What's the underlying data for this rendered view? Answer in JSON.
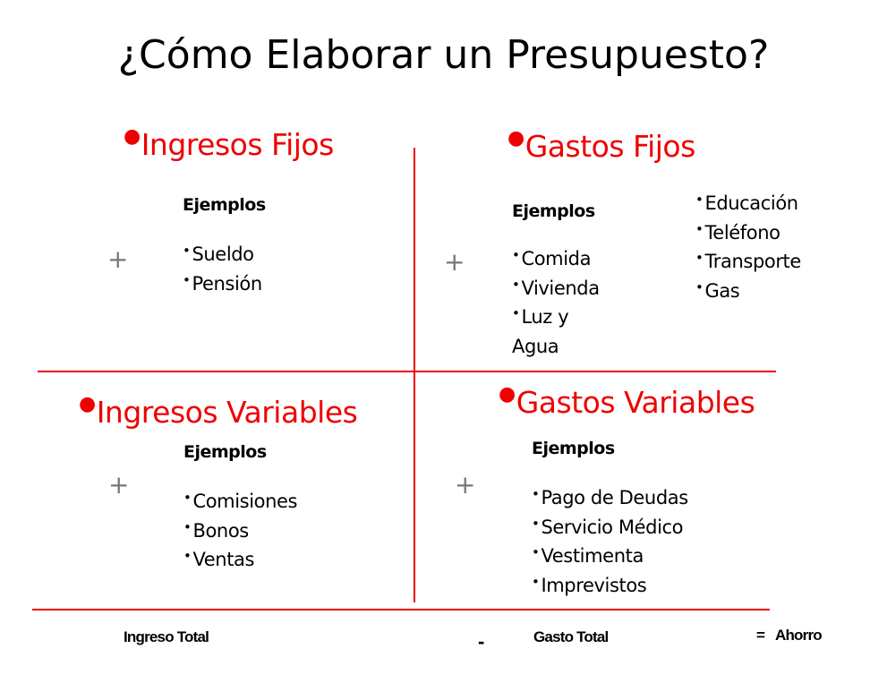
{
  "title": "¿Cómo Elaborar un Presupuesto?",
  "quadrants": [
    {
      "heading": "Ingresos Fijos",
      "label": "Ejemplos",
      "items": [
        "Sueldo",
        "Pensión"
      ],
      "sign": "+"
    },
    {
      "heading": "Gastos Fijos",
      "label": "Ejemplos",
      "items": [
        "Comida",
        "Vivienda",
        "Luz y Agua"
      ],
      "items2": [
        "Educación",
        "Teléfono",
        "Transporte",
        "Gas"
      ],
      "sign": "+"
    },
    {
      "heading": "Ingresos Variables",
      "label": "Ejemplos",
      "items": [
        "Comisiones",
        "Bonos",
        "Ventas"
      ],
      "sign": "+"
    },
    {
      "heading": "Gastos Variables",
      "label": "Ejemplos",
      "items": [
        "Pago de Deudas",
        "Servicio Médico",
        "Vestimenta",
        "Imprevistos"
      ],
      "sign": "+"
    }
  ],
  "footer": {
    "income": "Ingreso Total",
    "minus": "-",
    "expense": "Gasto Total",
    "equals": "=",
    "savings": "Ahorro"
  },
  "colors": {
    "accent": "#ee0000"
  }
}
